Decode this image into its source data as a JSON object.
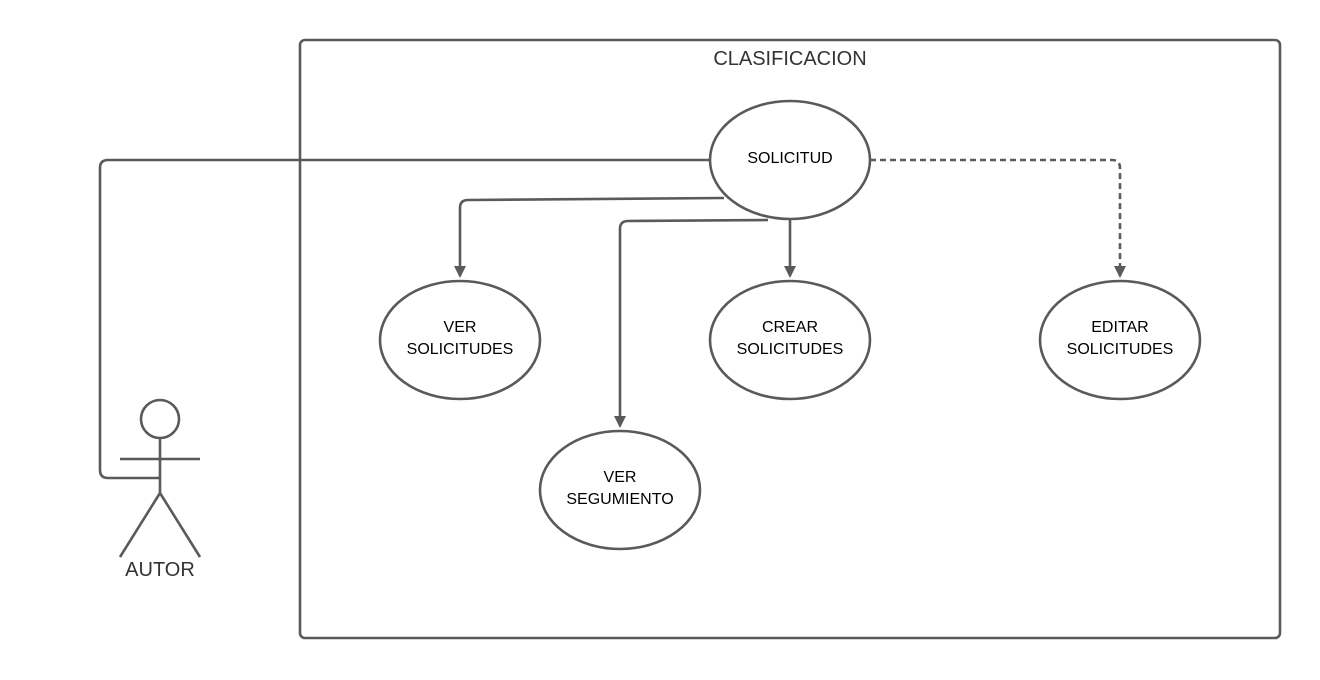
{
  "system": {
    "title": "CLASIFICACION"
  },
  "actor": {
    "label": "AUTOR"
  },
  "use_cases": {
    "solicitud": {
      "line1": "SOLICITUD"
    },
    "ver_solicitudes": {
      "line1": "VER",
      "line2": "SOLICITUDES"
    },
    "crear_solicitudes": {
      "line1": "CREAR",
      "line2": "SOLICITUDES"
    },
    "editar_solicitudes": {
      "line1": "EDITAR",
      "line2": "SOLICITUDES"
    },
    "ver_segumiento": {
      "line1": "VER",
      "line2": "SEGUMIENTO"
    }
  },
  "colors": {
    "stroke": "#5a5a5a",
    "text": "#000000",
    "title_text": "#333333",
    "background": "#ffffff"
  }
}
